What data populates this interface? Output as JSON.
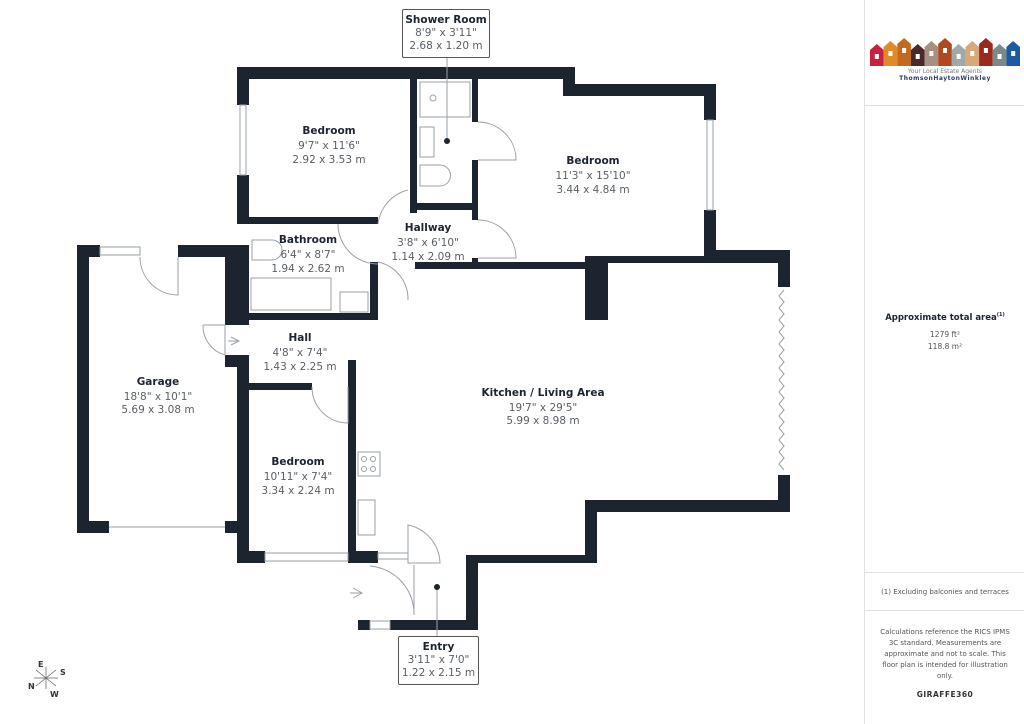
{
  "rooms": {
    "shower_room": {
      "name": "Shower Room",
      "imperial": "8'9\" x 3'11\"",
      "metric": "2.68 x 1.20 m"
    },
    "bedroom1": {
      "name": "Bedroom",
      "imperial": "9'7\" x 11'6\"",
      "metric": "2.92 x 3.53 m"
    },
    "bedroom2": {
      "name": "Bedroom",
      "imperial": "11'3\" x 15'10\"",
      "metric": "3.44 x 4.84 m"
    },
    "hallway": {
      "name": "Hallway",
      "imperial": "3'8\" x 6'10\"",
      "metric": "1.14 x 2.09 m"
    },
    "bathroom": {
      "name": "Bathroom",
      "imperial": "6'4\" x 8'7\"",
      "metric": "1.94 x 2.62 m"
    },
    "hall": {
      "name": "Hall",
      "imperial": "4'8\" x 7'4\"",
      "metric": "1.43 x 2.25 m"
    },
    "garage": {
      "name": "Garage",
      "imperial": "18'8\" x 10'1\"",
      "metric": "5.69 x 3.08 m"
    },
    "kitchen": {
      "name": "Kitchen / Living Area",
      "imperial": "19'7\" x 29'5\"",
      "metric": "5.99 x 8.98 m"
    },
    "bedroom3": {
      "name": "Bedroom",
      "imperial": "10'11\" x 7'4\"",
      "metric": "3.34 x 2.24 m"
    },
    "entry": {
      "name": "Entry",
      "imperial": "3'11\" x 7'0\"",
      "metric": "1.22 x 2.15 m"
    }
  },
  "compass": {
    "n": "N",
    "e": "E",
    "s": "S",
    "w": "W"
  },
  "panel": {
    "logo": {
      "tagline": "Your Local Estate Agents",
      "brand": "ThomsonHaytonWinkley",
      "colors": [
        "#c8203f",
        "#e08a2a",
        "#c46a1c",
        "#4a2a28",
        "#a89080",
        "#b04a1e",
        "#a0a8a8",
        "#d8a878",
        "#9a2a1e",
        "#7a8a8a",
        "#1e5aa0"
      ]
    },
    "area_title": "Approximate total area",
    "area_note_marker": "(1)",
    "area_ft": "1279 ft²",
    "area_m": "118.8 m²",
    "exclusion_note": "(1) Excluding balconies and terraces",
    "disclaimer": "Calculations reference the RICS IPMS 3C standard. Measurements are approximate and not to scale. This floor plan is intended for illustration only.",
    "credit": "GIRAFFE360"
  },
  "colors": {
    "wall": "#1c2430",
    "fixture": "#9aa0a6"
  }
}
